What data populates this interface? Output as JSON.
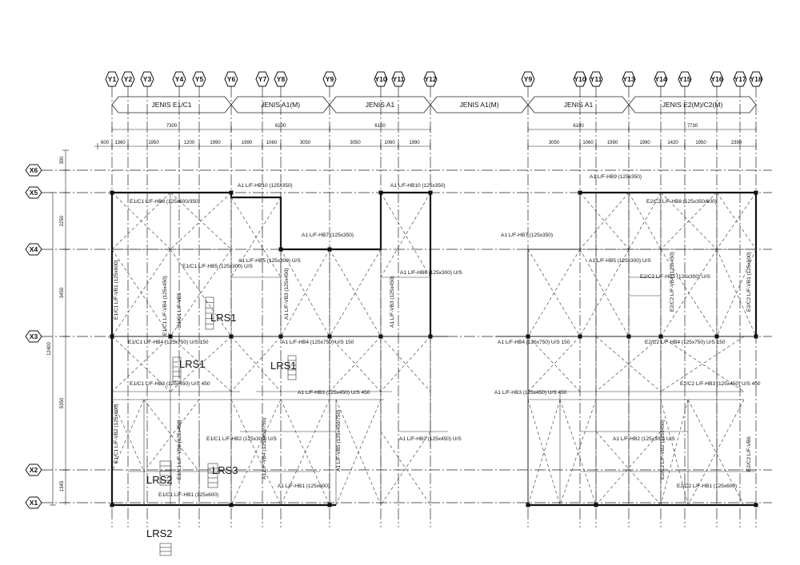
{
  "grid_y": [
    "Y1",
    "Y2",
    "Y3",
    "Y4",
    "Y5",
    "Y6",
    "Y7",
    "Y8",
    "Y9",
    "Y10",
    "Y11",
    "Y12",
    "Y9",
    "Y10",
    "Y11",
    "Y13",
    "Y14",
    "Y15",
    "Y16",
    "Y17",
    "Y18"
  ],
  "grid_x": [
    "X6",
    "X5",
    "X4",
    "X3",
    "X2",
    "X1"
  ],
  "zones": [
    "JENIS E1/C1",
    "JENIS A1(M)",
    "JENIS A1",
    "JENIS A1(M)",
    "JENIS A1",
    "JENIS E2(M)/C2(M)"
  ],
  "dims_group": [
    "7300",
    "6100",
    "6100",
    "6100",
    "7730"
  ],
  "dims_bay": [
    "600",
    "1360",
    "1950",
    "1200",
    "1990",
    "1990",
    "1060",
    "3050",
    "3050",
    "1060",
    "1990",
    "3050",
    "1060",
    "1990",
    "1990",
    "1420",
    "1950",
    "2390"
  ],
  "dims_vertical": [
    "300",
    "2250",
    "3450",
    "12400",
    "5350",
    "1345"
  ],
  "beams_h": [
    "A1 L/F-HB10 (125x350)",
    "A1 L/F-HB10 (125x350)",
    "A1 L/F-HB9 (125x350)",
    "E1/C1 L/F-HB8 (125x600/350)",
    "E2/C2 L/F-HB8 (125x350/600)",
    "A1 L/F-HB7 (125x350)",
    "A1 L/F-HB7 (125x350)",
    "E1/C1 L/F-HB5 (125x300) U/S",
    "A1 L/F-HB5 (125x300) U/S",
    "A1 L/F-HB6 (125x300) U/S",
    "A1 L/F-HB5 (125x300) U/S",
    "E2/C2 L/F-HB5 (125x300) U/S",
    "E1/C1 L/F-HB4 (125x750) U/S 150",
    "A1 L/F-HB4 (125x750) U/S 150",
    "A1 L/F-HB4 (125x750) U/S 150",
    "E2/C2 L/F-HB4 (125x750) U/S 150",
    "E1/C1 L/F-HB3 (125x450) U/S 450",
    "A1 L/F-HB3 (125x450) U/S 450",
    "A1 L/F-HB3 (125x450) U/S 450",
    "E2/C2 L/F-HB3 (125x450) U/S 450",
    "E1/C1 L/F-HB2 (125x300) U/S",
    "A1 L/F-HB2 (125x450) U/S",
    "A1 L/F-HB2 (125x300) U/S",
    "A1 L/F-HB1 (125x600)",
    "E1/C1 L/F-HB1 (125x600)",
    "E2/C2 L/F-HB1 (125x600)"
  ],
  "beams_v": [
    "E1/C1 L/F-VB1 (125x600)",
    "E1/C1 L/F-VB4 (125x450)",
    "E1/C1 L/F-VB2 (125x600)",
    "E1/C1 L/F-VB5",
    "E1/C1 L/F-VB6 (125x450)",
    "A1 L/F-VB3 (125x450)",
    "A1 L/F-VB4 (125x450/750)",
    "A1 L/F-VB5 (125x450/750)",
    "A1 L/F-VB3 (125x450)",
    "E2/C2 L/F-VB4 (125x450)",
    "E2/C2 L/F-VB1 (125x600)",
    "E2/C2 L/F-VB2 (125x450)",
    "E2/C2 L/F-VB6"
  ],
  "stairs": [
    "LRS1",
    "LRS1",
    "LRS1",
    "LRS2",
    "LRS2",
    "LRS3"
  ]
}
